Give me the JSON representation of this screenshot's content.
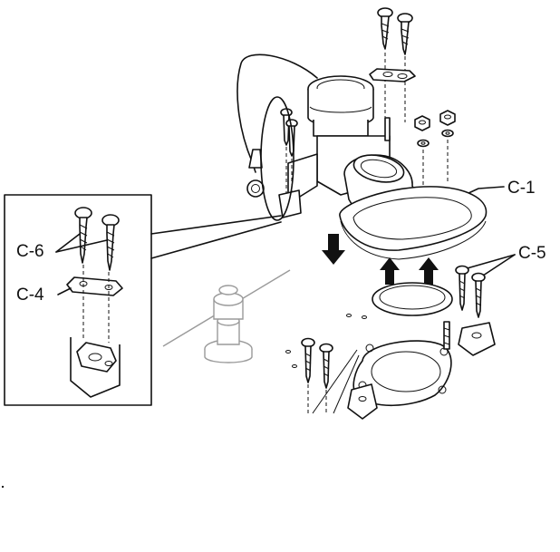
{
  "diagram": {
    "callouts": {
      "c1": "C-1",
      "c4": "C-4",
      "c5": "C-5",
      "c6": "C-6"
    },
    "colors": {
      "line": "#111111",
      "ghost_part": "#9a9a9a",
      "background": "#ffffff"
    }
  }
}
